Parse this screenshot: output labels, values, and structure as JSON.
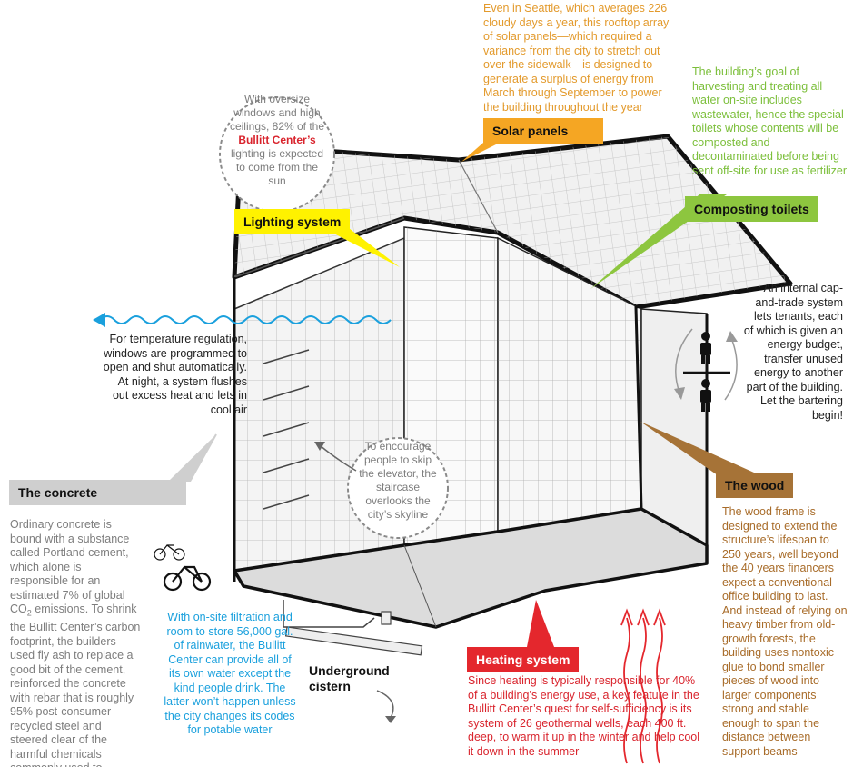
{
  "labels": {
    "solar": "Solar panels",
    "lighting": "Lighting system",
    "compost": "Composting toilets",
    "wood": "The wood",
    "heating": "Heating system",
    "concrete": "The concrete",
    "cistern": "Underground cistern"
  },
  "texts": {
    "solar": "Even in Seattle, which averages 226 cloudy days a year, this rooftop array of solar panels—which required a variance from the city to stretch out over the sidewalk—is designed to generate a surplus of energy from March through September to power the building throughout the year",
    "lighting_pre": "With oversize windows and high ceilings, 82% of the",
    "lighting_brand": "Bullitt Center’s",
    "lighting_post": "lighting is expected to come from the sun",
    "compost": "The building’s goal of harvesting and treating all water on-site includes wastewater, hence the special toilets whose contents will be composted and decontaminated before being sent off-site for use as fertilizer",
    "cap_trade": "An internal cap-and-trade system lets tenants, each of which is given an energy budget, transfer unused energy to another part of the building. Let the bartering begin!",
    "windows": "For temperature regulation, windows are programmed to open and shut automatically. At night, a system flushes out excess heat and lets in cool air",
    "staircase": "To encourage people to skip the elevator, the staircase overlooks the city’s skyline",
    "wood": "The wood frame is designed to extend the structure’s lifespan to 250 years, well beyond the 40 years financers expect a conventional office building to last. And instead of relying on heavy timber from old-growth forests, the building uses nontoxic glue to bond smaller pieces of wood into larger components strong and stable enough to span the distance between support beams",
    "heating": "Since heating is typically responsible for 40% of a building’s energy use, a key feature in the Bullitt Center’s quest for self-sufficiency is its system of 26 geothermal wells, each 400 ft. deep, to warm it up in the winter and help cool it down in the summer",
    "concrete_pre": "Ordinary concrete is bound with a substance called Portland cement, which alone is responsible for an estimated 7% of global CO",
    "concrete_sub": "2",
    "concrete_post": " emissions. To shrink the Bullitt Center’s carbon footprint, the builders used fly ash to replace a good bit of the cement, reinforced the concrete with rebar that is roughly 95% post-consumer recycled steel and steered clear of the harmful chemicals commonly used to improve the workability of the mix",
    "cistern": "With on-site filtration and room to store 56,000 gal. of rainwater, the Bullitt Center can provide all of its own water except the kind people drink. The latter won’t happen unless the city changes its codes for potable water"
  },
  "colors": {
    "solar": "#f5a623",
    "lighting": "#fff200",
    "compost": "#8dc63f",
    "wood": "#a67337",
    "heating": "#e4272d",
    "concrete": "#cfcfcf",
    "water": "#1aa0dd"
  },
  "icons": [
    "person-icon",
    "bicycle-icon",
    "heat-wave-icon",
    "air-flow-arrow-icon"
  ]
}
